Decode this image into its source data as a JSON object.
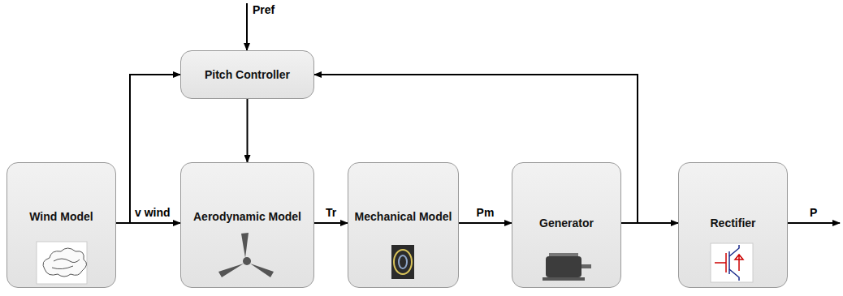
{
  "diagram": {
    "nodes": [
      {
        "text": [
          "Pitch Controller"
        ]
      },
      {
        "text": [
          "Wind Model"
        ]
      },
      {
        "text": [
          "Aerodynamic Model"
        ]
      },
      {
        "text": [
          "Mechanical Model"
        ]
      },
      {
        "text": [
          "Generator"
        ]
      },
      {
        "text": [
          "Rectifier"
        ]
      }
    ],
    "edges": [
      {
        "from": 1,
        "to": 2,
        "arrow": "to",
        "label": "v wind"
      },
      {
        "from": 1,
        "to": 0,
        "arrow": "to"
      },
      {
        "from": 0,
        "to": 2,
        "arrow": "to"
      },
      {
        "from": 2,
        "to": 3,
        "arrow": "to",
        "label": "Tr"
      },
      {
        "from": 3,
        "to": 4,
        "arrow": "to",
        "label": "Pm"
      },
      {
        "from": 4,
        "to": 5,
        "arrow": "to"
      },
      {
        "from": 4,
        "to": 0,
        "arrow": "to"
      }
    ],
    "labels": [
      "Pref",
      "P"
    ]
  }
}
